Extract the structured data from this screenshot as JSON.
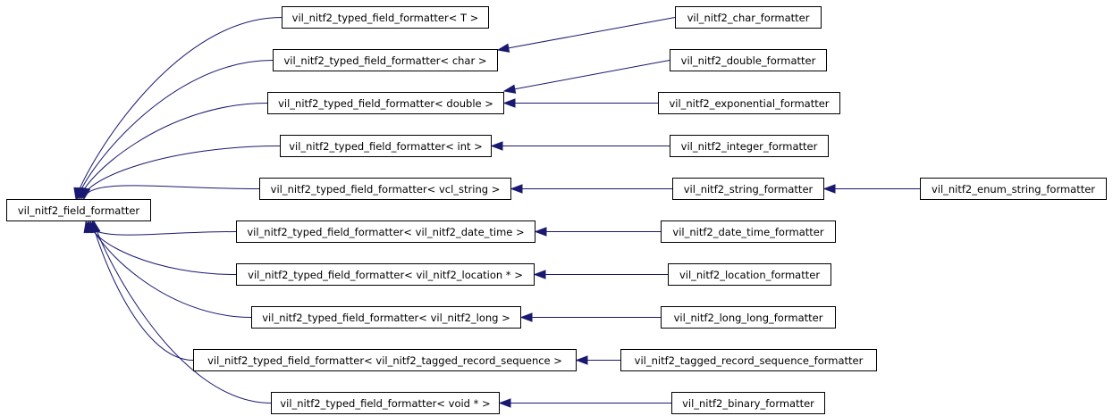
{
  "diagram": {
    "nodes": {
      "root": "vil_nitf2_field_formatter",
      "t_T": "vil_nitf2_typed_field_formatter< T >",
      "t_char": "vil_nitf2_typed_field_formatter< char >",
      "t_double": "vil_nitf2_typed_field_formatter< double >",
      "t_int": "vil_nitf2_typed_field_formatter< int >",
      "t_string": "vil_nitf2_typed_field_formatter< vcl_string >",
      "t_date": "vil_nitf2_typed_field_formatter< vil_nitf2_date_time >",
      "t_loc": "vil_nitf2_typed_field_formatter< vil_nitf2_location * >",
      "t_long": "vil_nitf2_typed_field_formatter< vil_nitf2_long >",
      "t_tagged": "vil_nitf2_typed_field_formatter< vil_nitf2_tagged_record_sequence >",
      "t_void": "vil_nitf2_typed_field_formatter< void * >",
      "c_char": "vil_nitf2_char_formatter",
      "c_double": "vil_nitf2_double_formatter",
      "c_exp": "vil_nitf2_exponential_formatter",
      "c_int": "vil_nitf2_integer_formatter",
      "c_string": "vil_nitf2_string_formatter",
      "c_enum": "vil_nitf2_enum_string_formatter",
      "c_date": "vil_nitf2_date_time_formatter",
      "c_loc": "vil_nitf2_location_formatter",
      "c_long": "vil_nitf2_long_long_formatter",
      "c_tagged": "vil_nitf2_tagged_record_sequence_formatter",
      "c_binary": "vil_nitf2_binary_formatter"
    },
    "edges": [
      [
        "t_T",
        "root"
      ],
      [
        "t_char",
        "root"
      ],
      [
        "t_double",
        "root"
      ],
      [
        "t_int",
        "root"
      ],
      [
        "t_string",
        "root"
      ],
      [
        "t_date",
        "root"
      ],
      [
        "t_loc",
        "root"
      ],
      [
        "t_long",
        "root"
      ],
      [
        "t_tagged",
        "root"
      ],
      [
        "t_void",
        "root"
      ],
      [
        "c_char",
        "t_char"
      ],
      [
        "c_double",
        "t_double"
      ],
      [
        "c_exp",
        "t_double"
      ],
      [
        "c_int",
        "t_int"
      ],
      [
        "c_string",
        "t_string"
      ],
      [
        "c_enum",
        "c_string"
      ],
      [
        "c_date",
        "t_date"
      ],
      [
        "c_loc",
        "t_loc"
      ],
      [
        "c_long",
        "t_long"
      ],
      [
        "c_tagged",
        "t_tagged"
      ],
      [
        "c_binary",
        "t_void"
      ]
    ],
    "edge_color": "#191970"
  }
}
